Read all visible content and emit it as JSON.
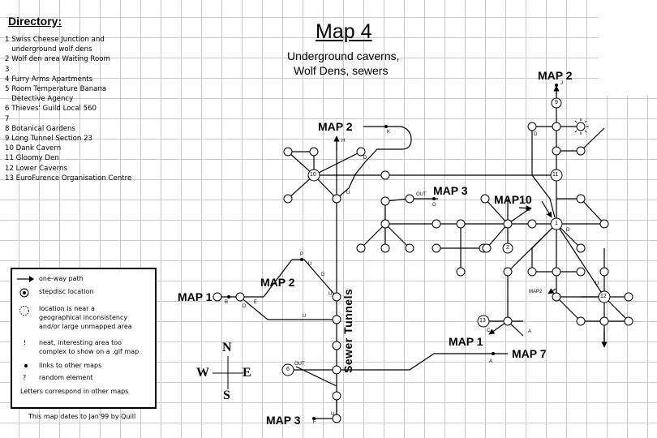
{
  "directory": {
    "title": "Directory:",
    "items": [
      "1 Swiss Cheese Junction and",
      "   underground wolf dens",
      "2 Wolf den area Waiting Room",
      "3",
      "4 Furry Arms Apartments",
      "5 Room Temperature Banana",
      "   Detective Agency",
      "6 Thieves' Guild Local 560",
      "7",
      "8 Botanical Gardens",
      "9 Long Tunnel Section 23",
      "10 Dank Cavern",
      "11 Gloomy Den",
      "12 Lower Caverns",
      "13 EuroFurence Organisation Centre"
    ]
  },
  "map": {
    "title": "Map 4",
    "subtitle_line1": "Underground caverns,",
    "subtitle_line2": "Wolf Dens,  sewers",
    "sewer_label": "Sewer Tunnels"
  },
  "exits": {
    "map2_top": "MAP 2",
    "map2_upper": "MAP 2",
    "map2_mid": "MAP 2",
    "map3_upper": "MAP 3",
    "map10": "MAP10",
    "map1_left": "MAP 1",
    "map1_right": "MAP 1",
    "map7": "MAP 7",
    "map3_bottom": "MAP 3",
    "map2_small": "MAP2"
  },
  "node_numbers": {
    "n1": "1",
    "n2": "2",
    "n6": "6",
    "n9": "9",
    "n10": "10",
    "n11": "11",
    "n12": "12",
    "n13": "13"
  },
  "letters": {
    "J": "J",
    "K": "K",
    "H": "H",
    "D": "D",
    "U": "U",
    "G": "G",
    "OUT": "OUT",
    "P": "P",
    "B": "B",
    "E": "E",
    "A": "A",
    "C": "C",
    "F": "F"
  },
  "legend": {
    "one_way": "one-way path",
    "stepdisc": "stepdisc location",
    "near_line1": "location is near a",
    "near_line2": "geographical inconsistency",
    "near_line3": "and/or large unmapped area",
    "neat_line1": "neat, interesting area too",
    "neat_line2": "complex to show on a .gif map",
    "links": "links to other maps",
    "random": "random element",
    "letters": "Letters correspond in other maps",
    "exclaim_symbol": "!",
    "question_symbol": "?"
  },
  "compass": {
    "n": "N",
    "s": "S",
    "e": "E",
    "w": "W"
  },
  "footer": "This map dates to Jan'99 by Quill"
}
